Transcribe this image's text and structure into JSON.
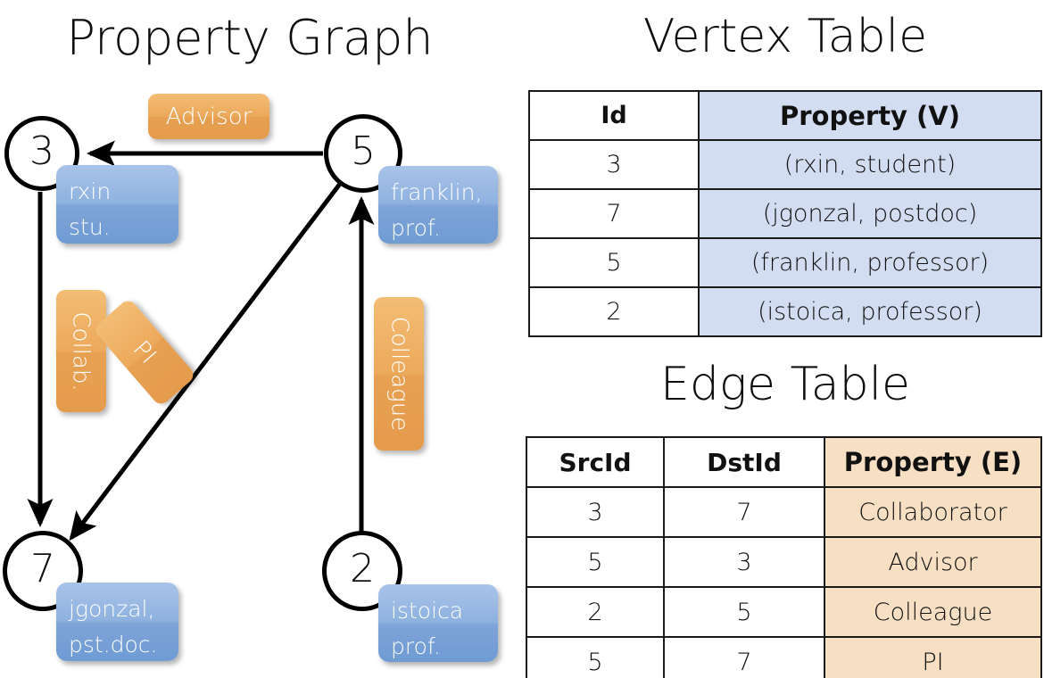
{
  "titles": {
    "property_graph": "Property Graph",
    "vertex_table": "Vertex Table",
    "edge_table": "Edge Table"
  },
  "graph": {
    "nodes": [
      {
        "id": "3",
        "property": "rxin\nstu."
      },
      {
        "id": "5",
        "property": "franklin,\nprof."
      },
      {
        "id": "7",
        "property": "jgonzal,\npst.doc."
      },
      {
        "id": "2",
        "property": "istoica\nprof."
      }
    ],
    "edge_labels": [
      {
        "label": "Advisor"
      },
      {
        "label": "Collab."
      },
      {
        "label": "PI"
      },
      {
        "label": "Colleague"
      }
    ]
  },
  "vertex_table": {
    "headers": [
      "Id",
      "Property (V)"
    ],
    "rows": [
      {
        "id": "3",
        "property": "(rxin, student)"
      },
      {
        "id": "7",
        "property": "(jgonzal, postdoc)"
      },
      {
        "id": "5",
        "property": "(franklin, professor)"
      },
      {
        "id": "2",
        "property": "(istoica, professor)"
      }
    ]
  },
  "edge_table": {
    "headers": [
      "SrcId",
      "DstId",
      "Property (E)"
    ],
    "rows": [
      {
        "src": "3",
        "dst": "7",
        "property": "Collaborator"
      },
      {
        "src": "5",
        "dst": "3",
        "property": "Advisor"
      },
      {
        "src": "2",
        "dst": "5",
        "property": "Colleague"
      },
      {
        "src": "5",
        "dst": "7",
        "property": "PI"
      }
    ]
  },
  "colors": {
    "vertex_property_fill": "#d3ddf1",
    "edge_property_fill": "#f7dfc4",
    "node_callout_blue": "#7ea4d8",
    "edge_label_orange": "#e8a85a",
    "stroke": "#000000"
  }
}
